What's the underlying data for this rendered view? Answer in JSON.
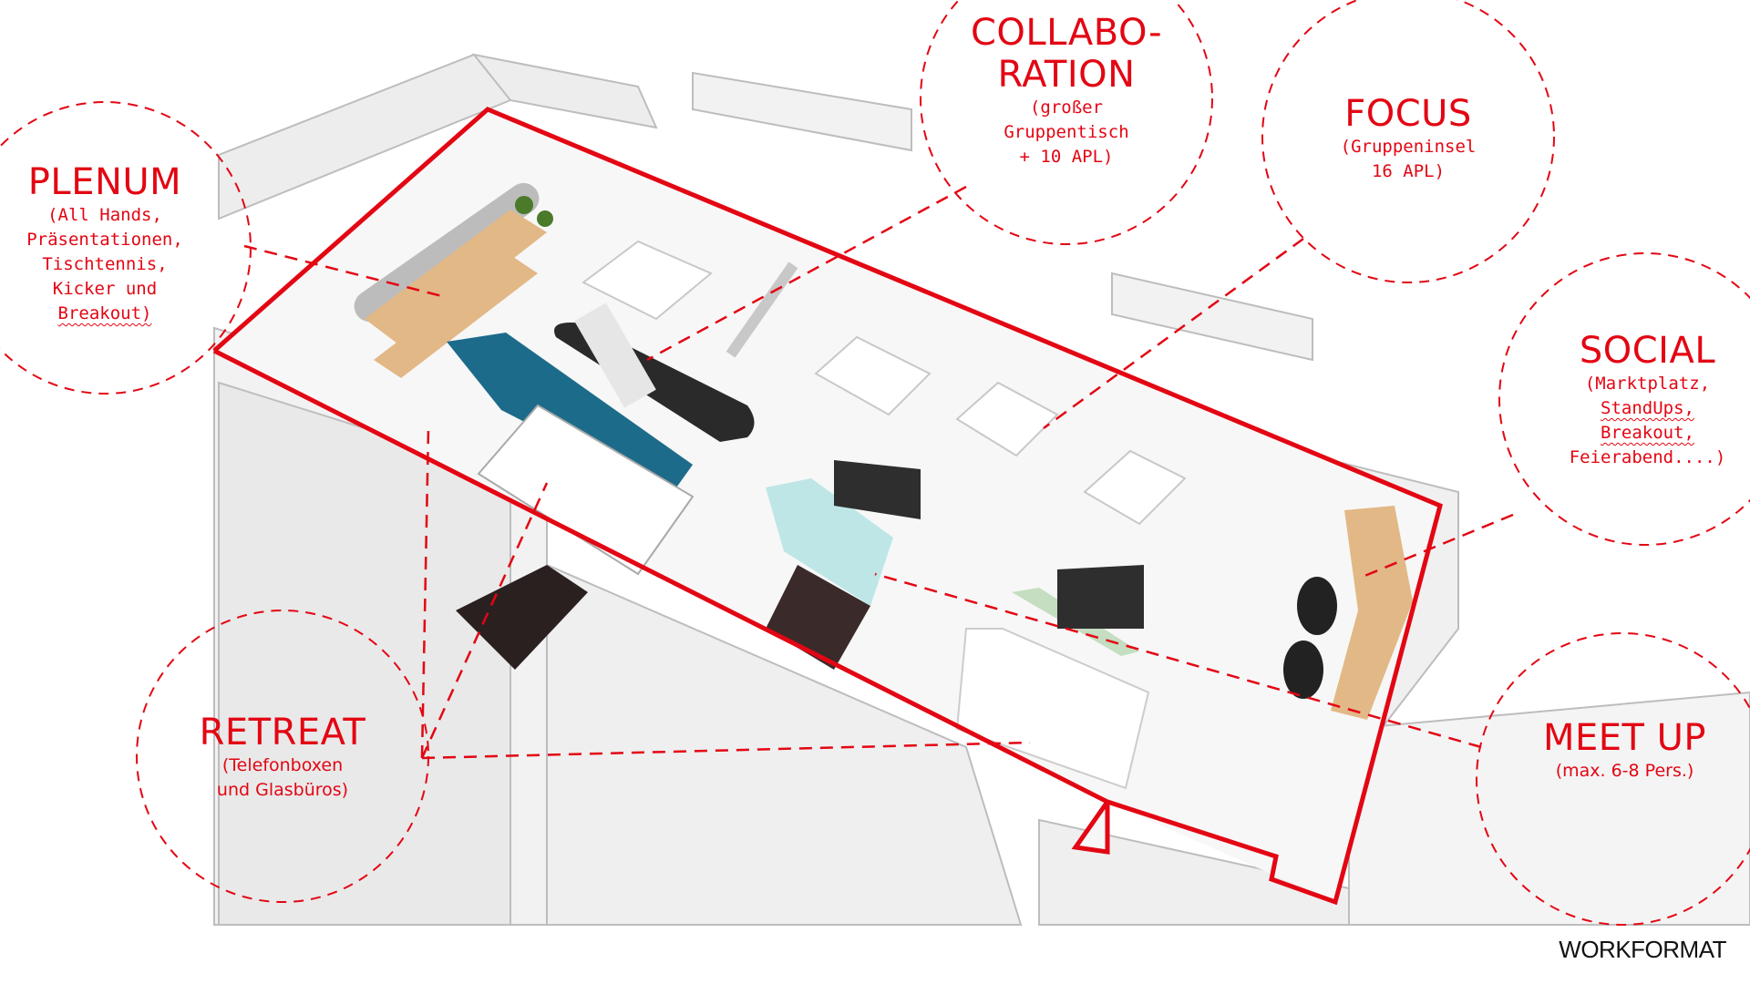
{
  "colors": {
    "accent": "#e30613",
    "plan_line": "#bdbdbd",
    "plan_fill": "#ededed",
    "blue_box": "#1d6b8a",
    "glass_box": "#bfe6e6",
    "wood": "#e2b886",
    "plants": "#4a7a2a",
    "logo": "#111111"
  },
  "zones": [
    {
      "id": "plenum",
      "title": "PLENUM",
      "lines": [
        "(All Hands,",
        "Präsentationen,",
        "Tischtennis,",
        "Kicker und",
        "Breakout)"
      ],
      "underline_last": true
    },
    {
      "id": "collaboration",
      "title_lines": [
        "COLLABO-",
        "RATION"
      ],
      "lines": [
        "(großer",
        "Gruppentisch",
        "+ 10 APL)"
      ]
    },
    {
      "id": "focus",
      "title": "FOCUS",
      "lines": [
        "(Gruppeninsel",
        "16 APL)"
      ]
    },
    {
      "id": "social",
      "title": "SOCIAL",
      "lines": [
        "(Marktplatz,",
        "StandUps,",
        "Breakout,",
        "Feierabend....)"
      ]
    },
    {
      "id": "meetup",
      "title": "MEET UP",
      "lines": [
        "(max. 6-8 Pers.)"
      ]
    },
    {
      "id": "retreat",
      "title": "RETREAT",
      "lines": [
        "(Telefonboxen",
        "und Glasbüros)"
      ]
    }
  ],
  "logo": "WORKFORMAT"
}
